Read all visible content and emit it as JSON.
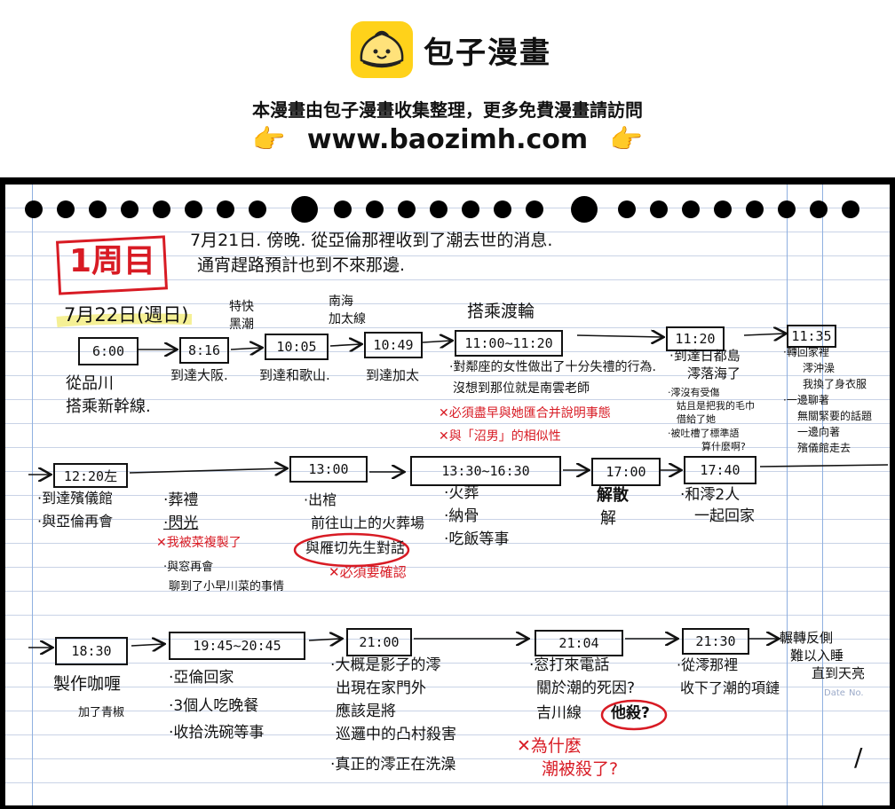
{
  "banner": {
    "site_name": "包子漫畫",
    "notice": "本漫畫由包子漫畫收集整理，更多免費漫畫請訪問",
    "url": "www.baozimh.com",
    "pointer_left": "👉",
    "pointer_right": "👉"
  },
  "notes": {
    "header": {
      "lap": "1周目",
      "intro1": "7月21日. 傍晚. 從亞倫那裡收到了潮去世的消息.",
      "intro2": "通宵趕路預計也到不來那邊.",
      "date": "7月22日(週日)"
    },
    "row1": {
      "t1": "6:00",
      "t1_note1": "從品川",
      "t1_note2": "搭乘新幹線.",
      "train1_1": "特快",
      "train1_2": "黑潮",
      "t2": "8:16",
      "t2_note": "到達大阪.",
      "train2_1": "南海",
      "train2_2": "加太線",
      "t3": "10:05",
      "t3_note": "到達和歌山.",
      "t4": "10:49",
      "t4_note": "到達加太",
      "ferry": "搭乘渡輪",
      "t5": "11:00~11:20",
      "t5_note1": "·對鄰座的女性做出了十分失禮的行為.",
      "t5_note2": "沒想到那位就是南雲老師",
      "t5_red1": "✕必須盡早與她匯合并說明事態",
      "t5_red2": "✕與「沼男」的相似性",
      "t6": "11:20",
      "t6_note1": "·到達日都島",
      "t6_note2": "澪落海了",
      "t6_small1": "·澪沒有受傷",
      "t6_small2": "姑且是把我的毛巾",
      "t6_small3": "借給了她",
      "t6_small4": "·被吐槽了標準語",
      "t6_small5": "算什麼啊?",
      "t7": "11:35",
      "t7_note1": "·轉回家裡",
      "t7_note2": "澪沖澡",
      "t7_note3": "我換了身衣服",
      "t7_note4": "·一邊聊著",
      "t7_note5": "無關緊要的話題",
      "t7_note6": "一邊向著",
      "t7_note7": "殯儀館走去"
    },
    "row2": {
      "t1": "12:20左",
      "t1_note1": "·到達殯儀館",
      "t1_note2": "·與亞倫再會",
      "funeral1": "·葬禮",
      "funeral2": "·閃光",
      "funeral_red": "✕我被菜複製了",
      "funeral_note1": "·與窓再會",
      "funeral_note2": "聊到了小早川菜的事情",
      "t2": "13:00",
      "t2_note1": "·出棺",
      "t2_note2": "前往山上的火葬場",
      "t2_note3": "與雁切先生對話",
      "t2_red": "✕必須要確認",
      "t3": "13:30~16:30",
      "t3_note1": "·火葬",
      "t3_note2": "·納骨",
      "t3_note3": "·吃飯等事",
      "t4": "17:00",
      "t4_note1": "解散",
      "t4_note2": "解",
      "t5": "17:40",
      "t5_note1": "·和澪2人",
      "t5_note2": "一起回家"
    },
    "row3": {
      "t1": "18:30",
      "t1_note1": "製作咖喱",
      "t1_note2": "加了青椒",
      "t2": "19:45~20:45",
      "t2_note1": "·亞倫回家",
      "t2_note2": "·3個人吃晚餐",
      "t2_note3": "·收拾洗碗等事",
      "t3": "21:00",
      "t3_note1": "·大概是影子的澪",
      "t3_note2": "出現在家門外",
      "t3_note3": "應該是將",
      "t3_note4": "巡邏中的凸村殺害",
      "t3_note5": "·真正的澪正在洗澡",
      "t4": "21:04",
      "t4_note1": "·窓打來電話",
      "t4_note2": "關於潮的死因?",
      "t4_note3": "吉川線",
      "t4_circle": "他殺?",
      "t4_red1": "✕為什麼",
      "t4_red2": "潮被殺了?",
      "t5": "21:30",
      "t5_note1": "·從澪那裡",
      "t5_note2": "收下了潮的項鏈",
      "end1": "輾轉反側",
      "end2": "難以入睡",
      "end3": "直到天亮",
      "page_mark": "/",
      "margin_date": "Date",
      "margin_no": "No."
    }
  }
}
